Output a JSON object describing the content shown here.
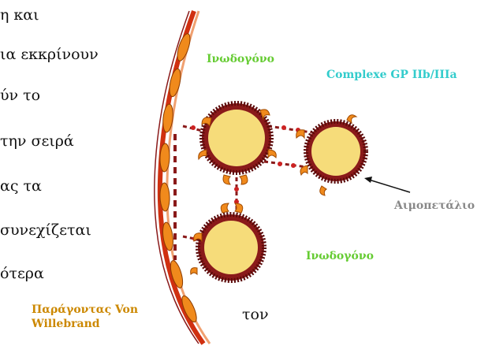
{
  "text_lines": [
    "η και",
    "ια εκκρίνουν",
    "ύν το",
    "την σειρά",
    "ας τα",
    "συνεχίζεται",
    "ότερα"
  ],
  "trailing_word": "τον",
  "labels": {
    "fibrinogen_top": "Ινωδογόνο",
    "complex": "Complexe GP IIb/IIIa",
    "fibrinogen_bottom": "Ινωδογόνο",
    "platelet": "Αιμοπετάλιο",
    "vwf_line1": "Παράγοντας Von",
    "vwf_line2": "Willebrand"
  },
  "colors": {
    "fibrinogen": "#66cc33",
    "complex": "#33cccc",
    "vwf": "#cc8800",
    "platelet_label": "#888888",
    "platelet_fill": "#f6dc7a",
    "platelet_ring": "#8a1a1a",
    "receptor": "#f08a1c",
    "vessel": "#d03010"
  }
}
